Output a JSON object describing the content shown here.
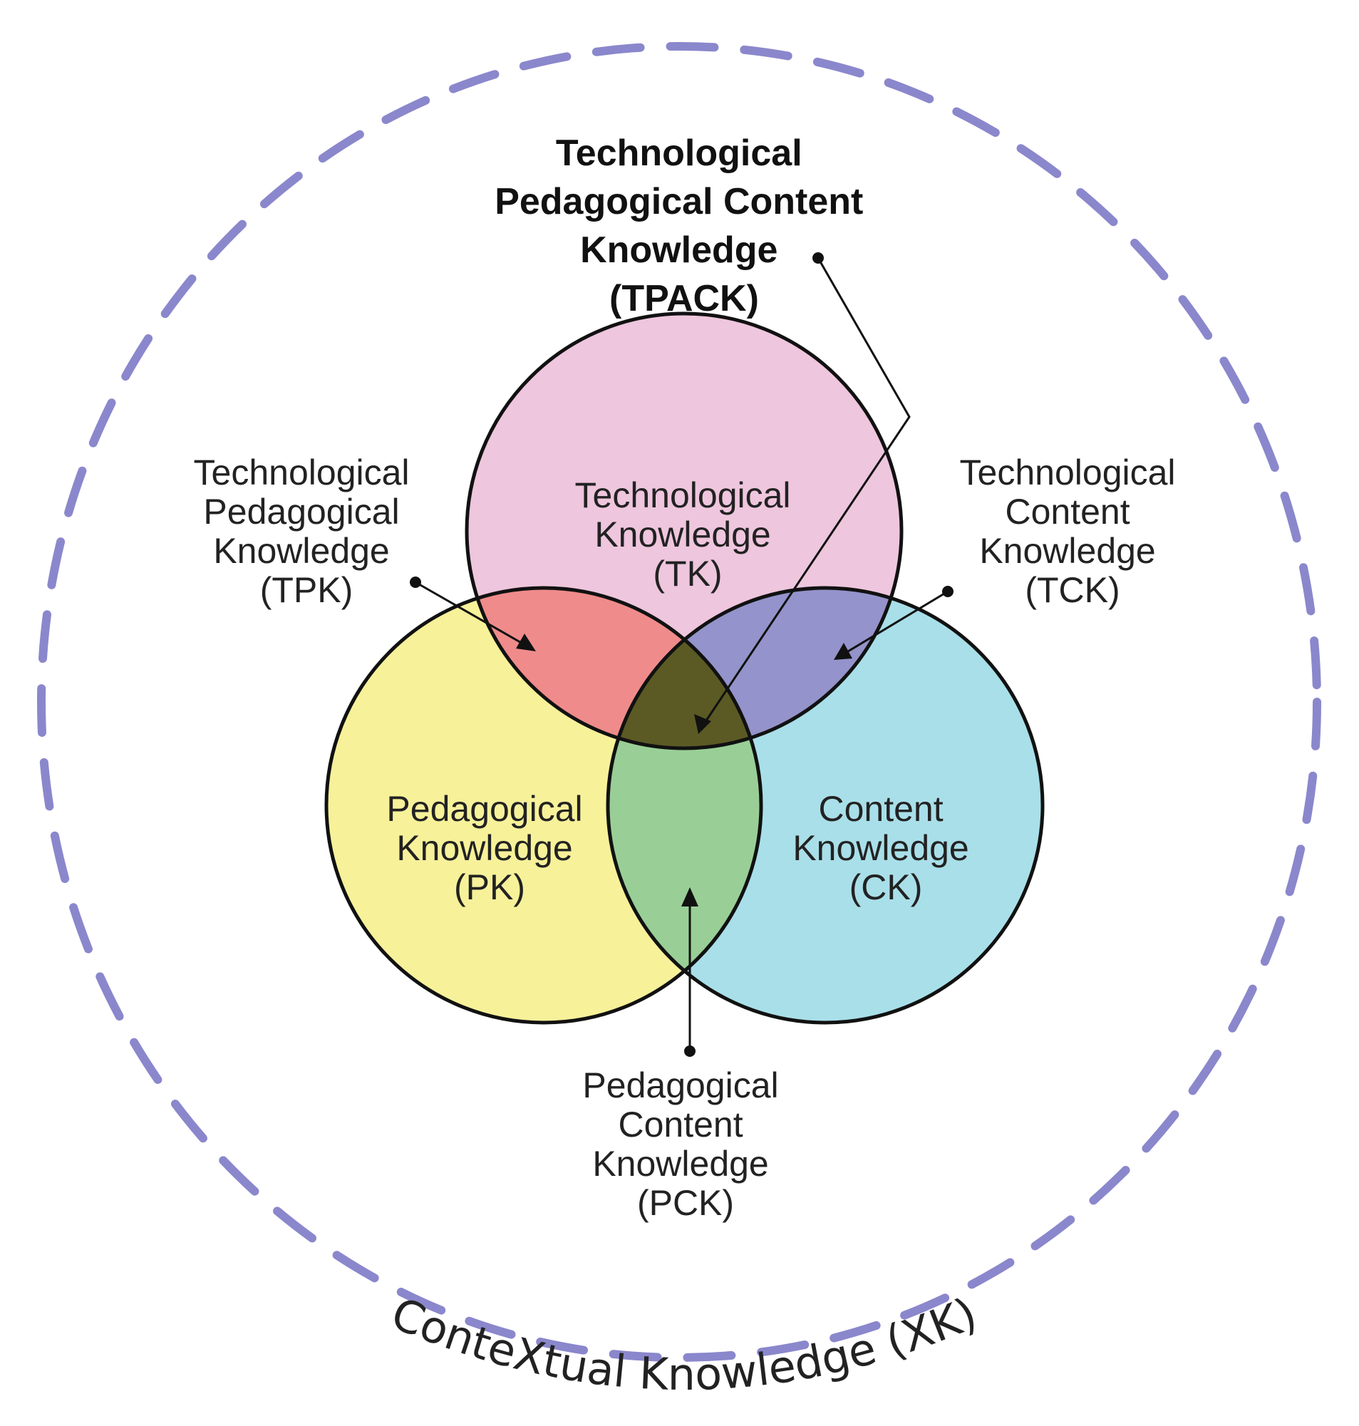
{
  "colors": {
    "context_ring": "#8b87cc",
    "technological": "#eec6dd",
    "pedagogical": "#f7f19a",
    "content": "#a9dfe9",
    "tpk_overlap": "#ef8b8b",
    "tck_overlap": "#9493cb",
    "pck_overlap": "#99cf96",
    "tpack_center": "#5b5a24",
    "outline": "#111111"
  },
  "labels": {
    "tpack": [
      "Technological",
      "Pedagogical Content",
      "Knowledge",
      "(TPACK)"
    ],
    "tpk": [
      "Technological",
      "Pedagogical",
      "Knowledge",
      "(TPK)"
    ],
    "tck": [
      "Technological",
      "Content",
      "Knowledge",
      "(TCK)"
    ],
    "tk": [
      "Technological",
      "Knowledge",
      "(TK)"
    ],
    "pk": [
      "Pedagogical",
      "Knowledge",
      "(PK)"
    ],
    "ck": [
      "Content",
      "Knowledge",
      "(CK)"
    ],
    "pck": [
      "Pedagogical",
      "Content",
      "Knowledge",
      "(PCK)"
    ],
    "context": "ConteXtual Knowledge (XK)"
  }
}
